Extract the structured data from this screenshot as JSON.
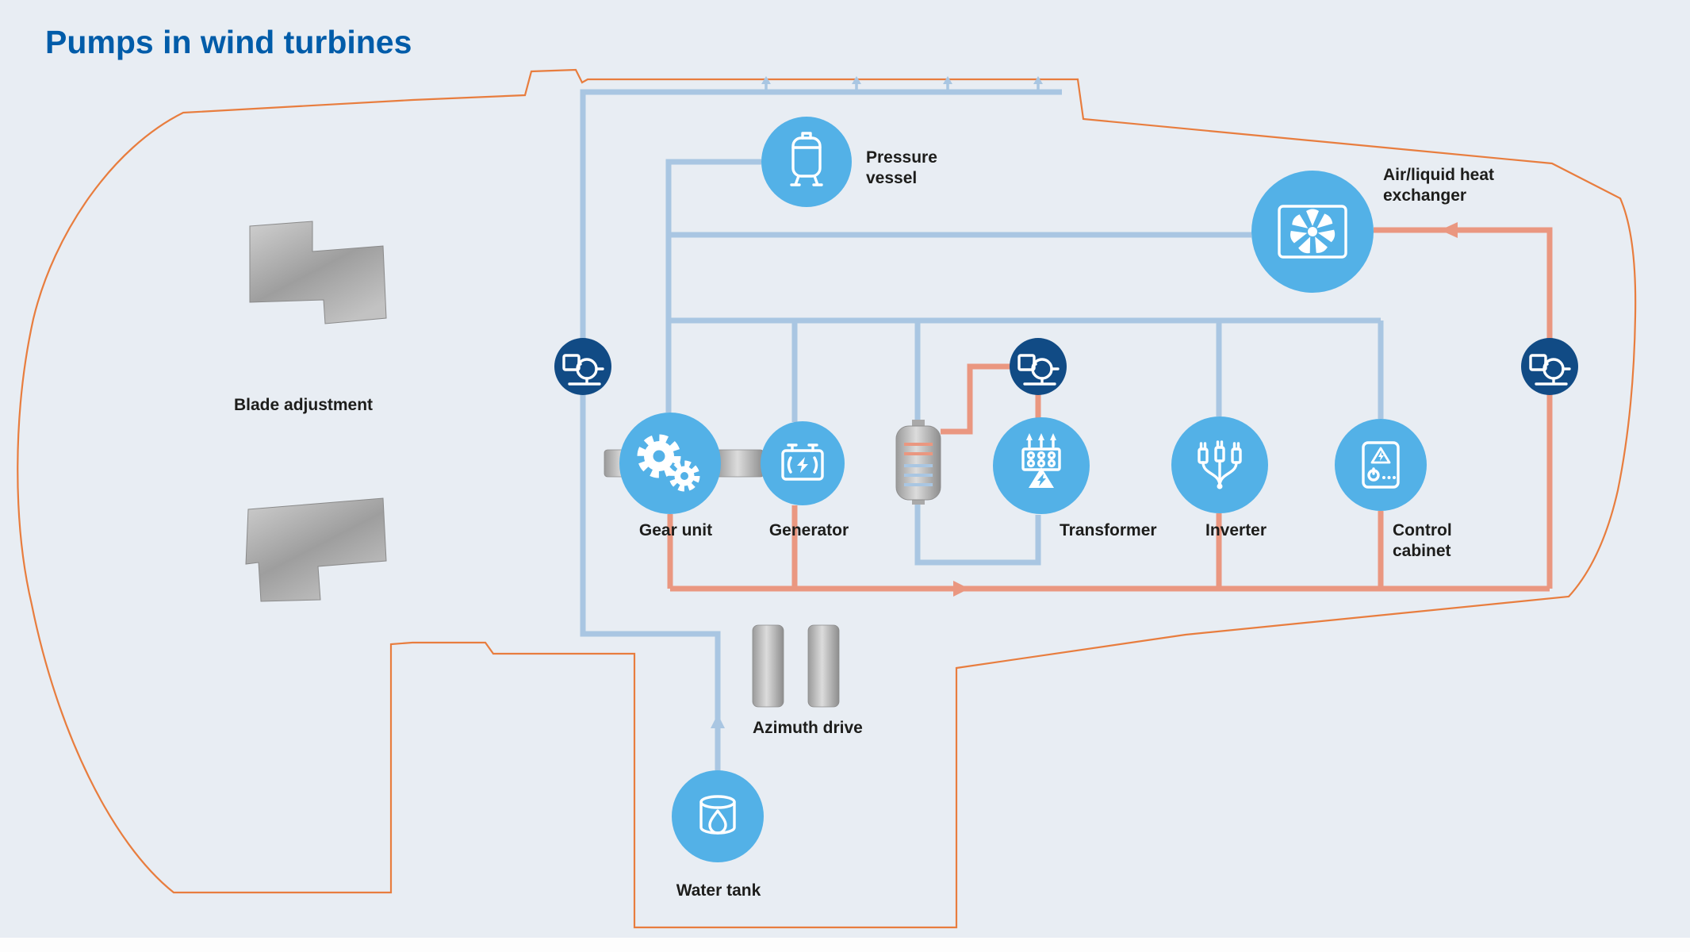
{
  "title": "Pumps in wind turbines",
  "labels": {
    "pressure_vessel": "Pressure\nvessel",
    "heat_exchanger": "Air/liquid heat\nexchanger",
    "blade_adjustment": "Blade adjustment",
    "gear_unit": "Gear unit",
    "generator": "Generator",
    "transformer": "Transformer",
    "inverter": "Inverter",
    "control_cabinet": "Control\ncabinet",
    "azimuth_drive": "Azimuth drive",
    "water_tank": "Water tank"
  },
  "colors": {
    "background": "#E8EDF3",
    "title": "#005CA9",
    "circle": "#53B1E7",
    "pump": "#114B85",
    "pipe_cool": "#A9C6E2",
    "pipe_warm": "#EA9780",
    "outline": "#E87D3E",
    "label": "#1D1D1B"
  }
}
